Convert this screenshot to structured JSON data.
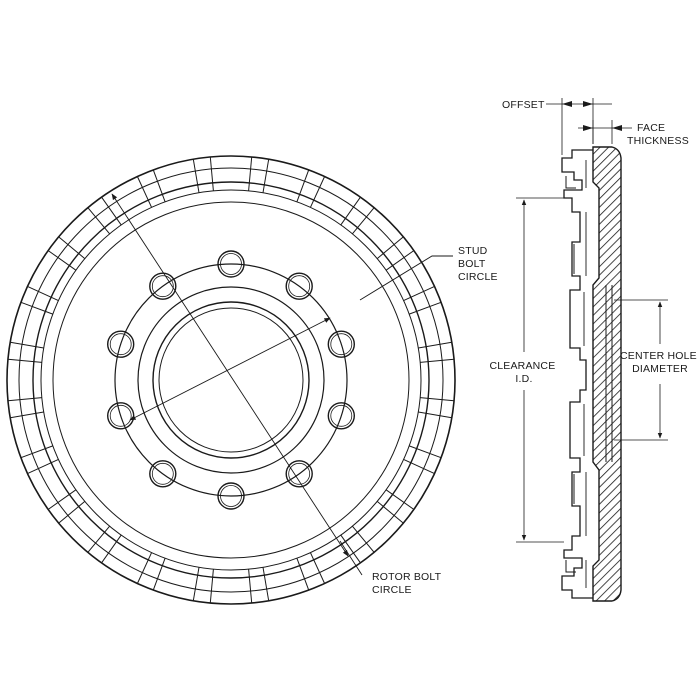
{
  "labels": {
    "stud_bolt_circle": [
      "STUD",
      "BOLT",
      "CIRCLE"
    ],
    "rotor_bolt_circle": [
      "ROTOR BOLT",
      "CIRCLE"
    ],
    "offset": "OFFSET",
    "face_thickness": [
      "FACE",
      "THICKNESS"
    ],
    "clearance_id": [
      "CLEARANCE",
      "I.D."
    ],
    "center_hole_diameter": [
      "CENTER HOLE",
      "DIAMETER"
    ]
  },
  "front_view": {
    "stud_count": 10,
    "rotor_bolt_count": 12
  }
}
